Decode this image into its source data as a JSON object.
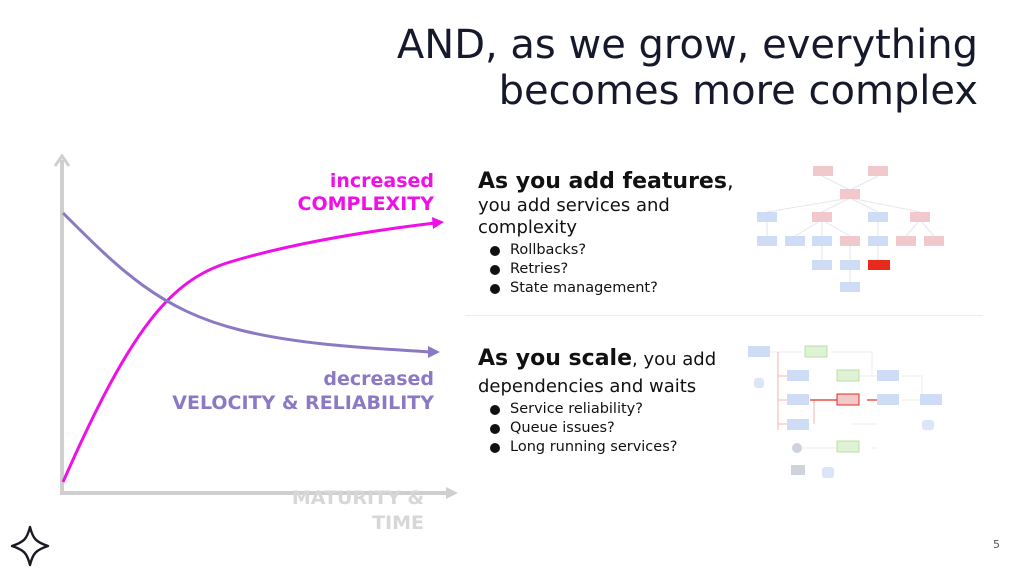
{
  "title": {
    "line1": "AND, as we grow, everything",
    "line2": "becomes more complex"
  },
  "graph": {
    "label_complexity_line1": "increased",
    "label_complexity_line2": "COMPLEXITY",
    "label_velocity_line1": "decreased",
    "label_velocity_line2": "VELOCITY & RELIABILITY",
    "label_maturity_line1": "MATURITY &",
    "label_maturity_line2": "TIME",
    "colors": {
      "complexity": "#ee10e6",
      "velocity": "#8b79c4",
      "axis": "#cfcfcf"
    }
  },
  "features_section": {
    "heading_bold": "As you add features",
    "heading_rest": ",",
    "subtitle": "you add services and complexity",
    "bullets": [
      "Rollbacks?",
      "Retries?",
      "State management?"
    ]
  },
  "scale_section": {
    "heading_bold": "As you scale",
    "heading_rest": ", you add dependencies and waits",
    "bullets": [
      "Service reliability?",
      "Queue issues?",
      "Long running services?"
    ]
  },
  "page_number": "5"
}
